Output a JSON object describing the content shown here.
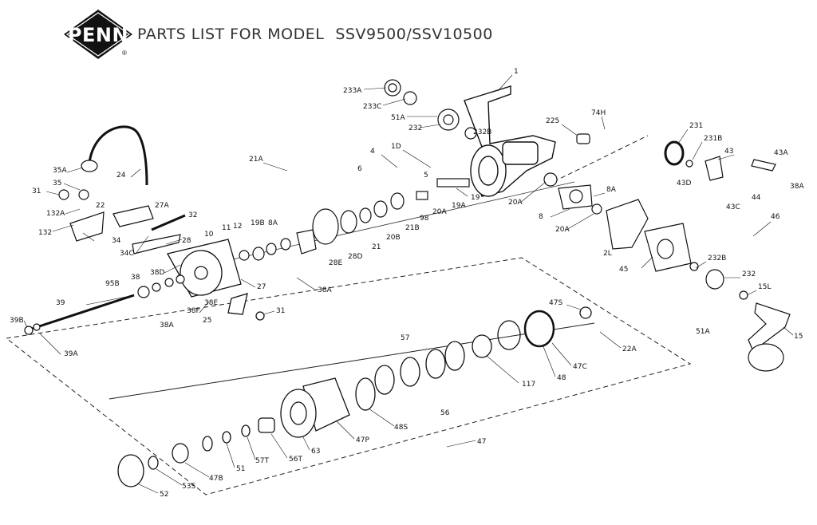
{
  "header": {
    "brand": "PENN",
    "registered": "®",
    "title_prefix": "PARTS LIST FOR MODEL",
    "model": "SSV9500/SSV10500"
  },
  "callouts": [
    "1",
    "233A",
    "233C",
    "51A",
    "232",
    "232B",
    "74H",
    "225",
    "231",
    "231B",
    "43",
    "43A",
    "38A",
    "43D",
    "44",
    "43C",
    "46",
    "21A",
    "4",
    "1D",
    "6",
    "5",
    "19",
    "19A",
    "20A",
    "8A",
    "8",
    "20A",
    "2L",
    "45",
    "232B",
    "232",
    "15L",
    "51A",
    "15",
    "24",
    "35A",
    "35",
    "31",
    "22",
    "27A",
    "32",
    "132A",
    "132",
    "34",
    "34C",
    "28",
    "12",
    "19B",
    "8A",
    "11",
    "10",
    "28E",
    "28D",
    "21",
    "20B",
    "21B",
    "98",
    "20A",
    "38A",
    "27",
    "38D",
    "38",
    "95B",
    "38E",
    "38F",
    "31",
    "25",
    "39",
    "39B",
    "39A",
    "38A",
    "47S",
    "57",
    "117",
    "48",
    "47C",
    "22A",
    "56",
    "48S",
    "47P",
    "63",
    "56T",
    "57T",
    "51",
    "47B",
    "53S",
    "52",
    "47"
  ]
}
